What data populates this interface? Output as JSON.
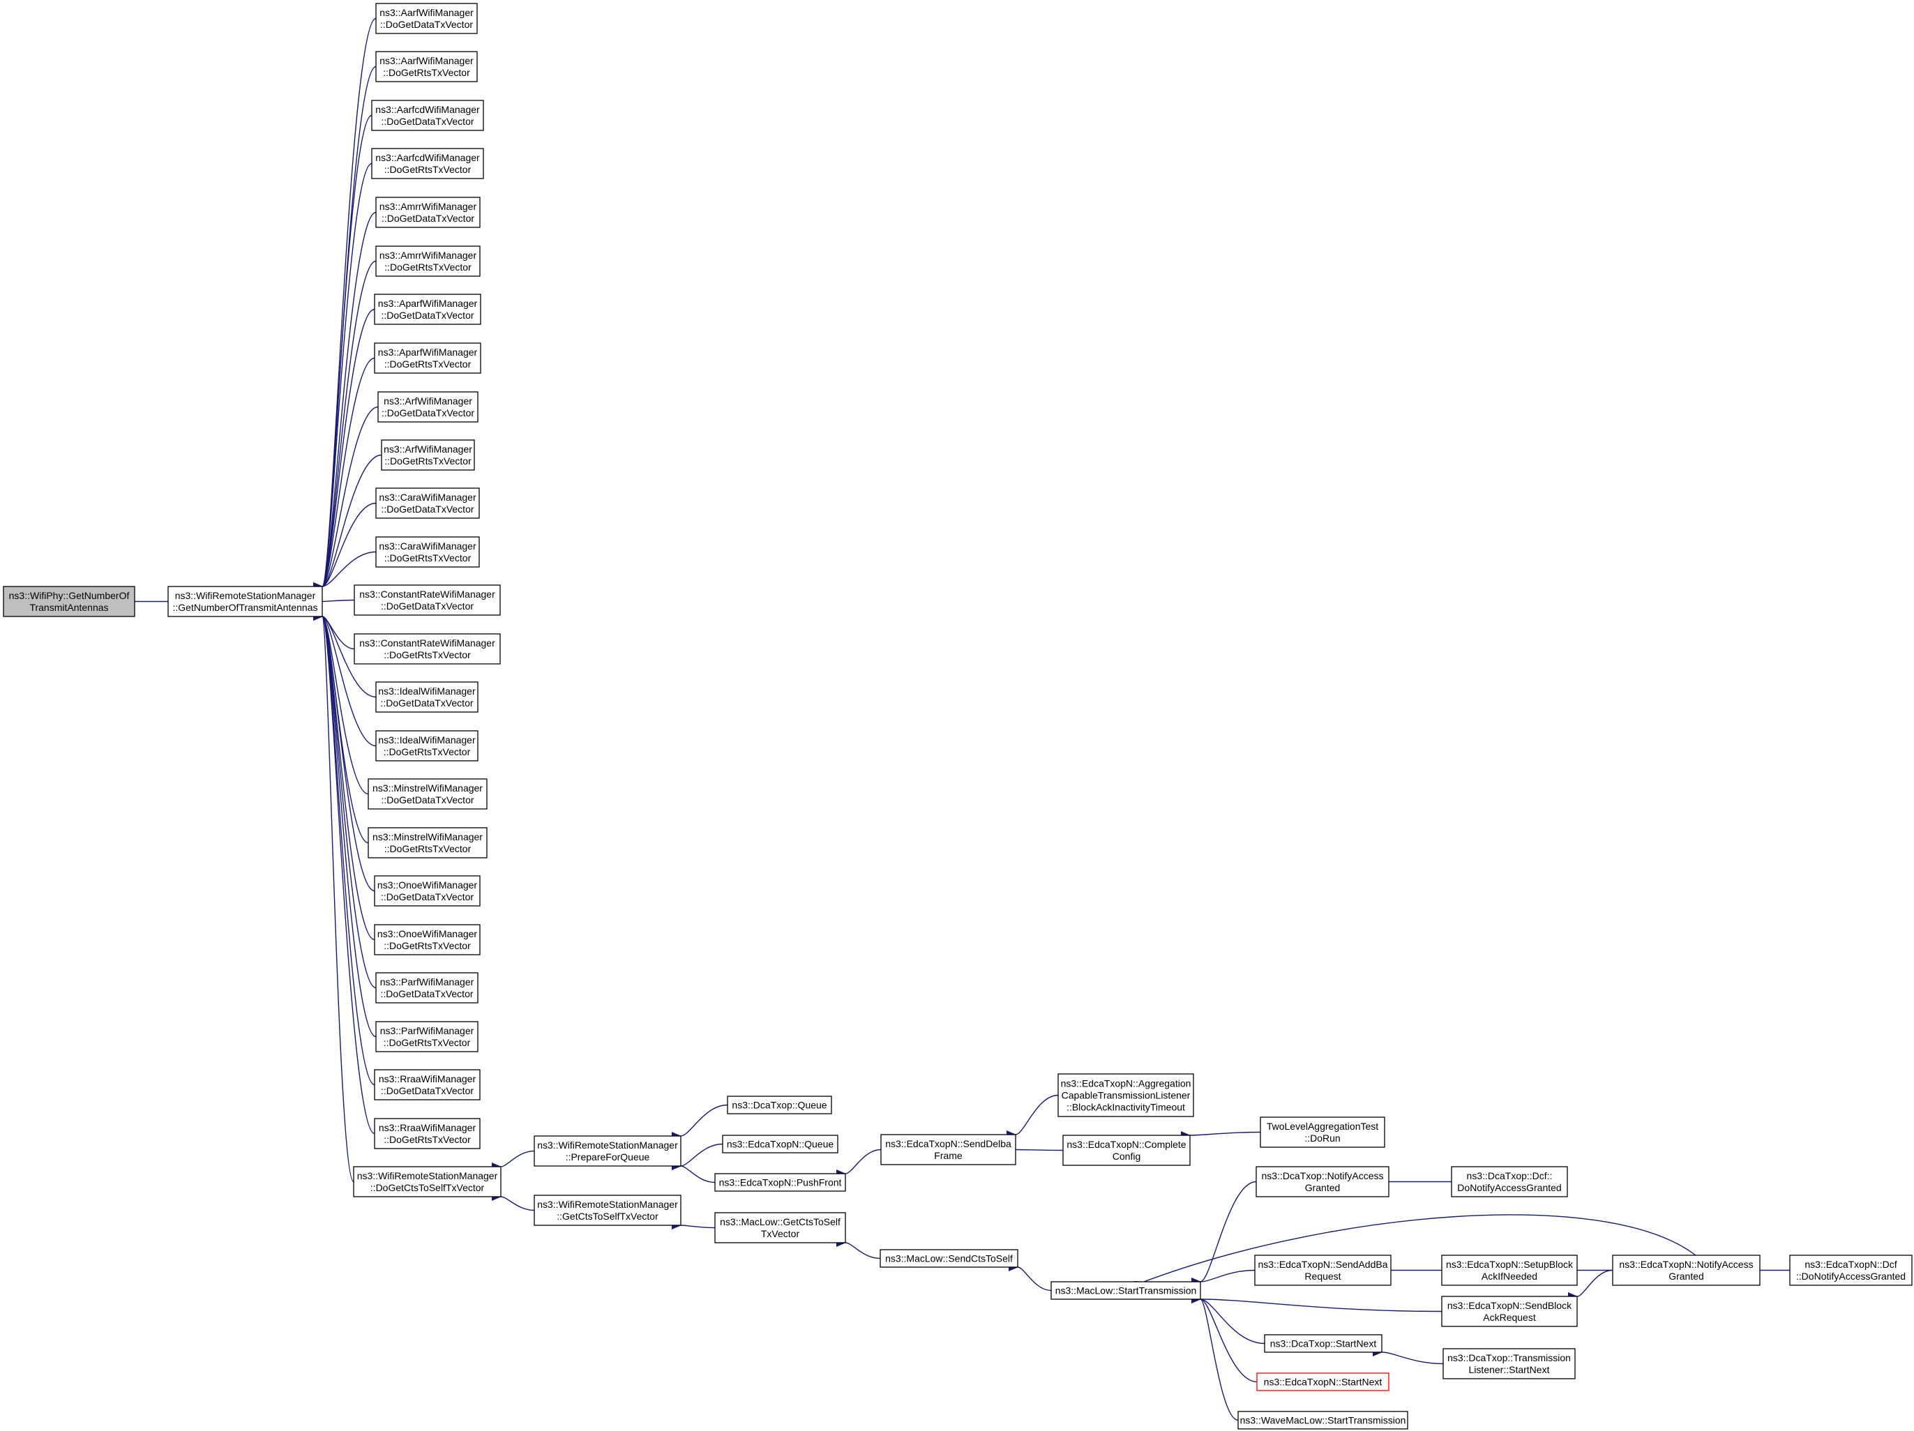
{
  "colors": {
    "edge": "#191970",
    "node_border": "#000000",
    "node_fill": "#ffffff",
    "root_fill": "#bfbfbf",
    "highlight_border": "#ff0000"
  },
  "graph": {
    "nodes": [
      {
        "id": "root",
        "lines": [
          "ns3::WifiPhy::GetNumberOf",
          "TransmitAntennas"
        ],
        "style": "root"
      },
      {
        "id": "wrsm_getnta",
        "lines": [
          "ns3::WifiRemoteStationManager",
          "::GetNumberOfTransmitAntennas"
        ]
      },
      {
        "id": "aarf_data",
        "lines": [
          "ns3::AarfWifiManager",
          "::DoGetDataTxVector"
        ]
      },
      {
        "id": "aarf_rts",
        "lines": [
          "ns3::AarfWifiManager",
          "::DoGetRtsTxVector"
        ]
      },
      {
        "id": "aarfcd_data",
        "lines": [
          "ns3::AarfcdWifiManager",
          "::DoGetDataTxVector"
        ]
      },
      {
        "id": "aarfcd_rts",
        "lines": [
          "ns3::AarfcdWifiManager",
          "::DoGetRtsTxVector"
        ]
      },
      {
        "id": "amrr_data",
        "lines": [
          "ns3::AmrrWifiManager",
          "::DoGetDataTxVector"
        ]
      },
      {
        "id": "amrr_rts",
        "lines": [
          "ns3::AmrrWifiManager",
          "::DoGetRtsTxVector"
        ]
      },
      {
        "id": "aparf_data",
        "lines": [
          "ns3::AparfWifiManager",
          "::DoGetDataTxVector"
        ]
      },
      {
        "id": "aparf_rts",
        "lines": [
          "ns3::AparfWifiManager",
          "::DoGetRtsTxVector"
        ]
      },
      {
        "id": "arf_data",
        "lines": [
          "ns3::ArfWifiManager",
          "::DoGetDataTxVector"
        ]
      },
      {
        "id": "arf_rts",
        "lines": [
          "ns3::ArfWifiManager",
          "::DoGetRtsTxVector"
        ]
      },
      {
        "id": "cara_data",
        "lines": [
          "ns3::CaraWifiManager",
          "::DoGetDataTxVector"
        ]
      },
      {
        "id": "cara_rts",
        "lines": [
          "ns3::CaraWifiManager",
          "::DoGetRtsTxVector"
        ]
      },
      {
        "id": "const_data",
        "lines": [
          "ns3::ConstantRateWifiManager",
          "::DoGetDataTxVector"
        ]
      },
      {
        "id": "const_rts",
        "lines": [
          "ns3::ConstantRateWifiManager",
          "::DoGetRtsTxVector"
        ]
      },
      {
        "id": "ideal_data",
        "lines": [
          "ns3::IdealWifiManager",
          "::DoGetDataTxVector"
        ]
      },
      {
        "id": "ideal_rts",
        "lines": [
          "ns3::IdealWifiManager",
          "::DoGetRtsTxVector"
        ]
      },
      {
        "id": "minstrel_data",
        "lines": [
          "ns3::MinstrelWifiManager",
          "::DoGetDataTxVector"
        ]
      },
      {
        "id": "minstrel_rts",
        "lines": [
          "ns3::MinstrelWifiManager",
          "::DoGetRtsTxVector"
        ]
      },
      {
        "id": "onoe_data",
        "lines": [
          "ns3::OnoeWifiManager",
          "::DoGetDataTxVector"
        ]
      },
      {
        "id": "onoe_rts",
        "lines": [
          "ns3::OnoeWifiManager",
          "::DoGetRtsTxVector"
        ]
      },
      {
        "id": "parf_data",
        "lines": [
          "ns3::ParfWifiManager",
          "::DoGetDataTxVector"
        ]
      },
      {
        "id": "parf_rts",
        "lines": [
          "ns3::ParfWifiManager",
          "::DoGetRtsTxVector"
        ]
      },
      {
        "id": "rraa_data",
        "lines": [
          "ns3::RraaWifiManager",
          "::DoGetDataTxVector"
        ]
      },
      {
        "id": "rraa_rts",
        "lines": [
          "ns3::RraaWifiManager",
          "::DoGetRtsTxVector"
        ]
      },
      {
        "id": "wrsm_docts",
        "lines": [
          "ns3::WifiRemoteStationManager",
          "::DoGetCtsToSelfTxVector"
        ]
      },
      {
        "id": "wrsm_prepare",
        "lines": [
          "ns3::WifiRemoteStationManager",
          "::PrepareForQueue"
        ]
      },
      {
        "id": "wrsm_getcts",
        "lines": [
          "ns3::WifiRemoteStationManager",
          "::GetCtsToSelfTxVector"
        ]
      },
      {
        "id": "dca_queue",
        "lines": [
          "ns3::DcaTxop::Queue"
        ]
      },
      {
        "id": "edca_queue",
        "lines": [
          "ns3::EdcaTxopN::Queue"
        ]
      },
      {
        "id": "edca_pushfront",
        "lines": [
          "ns3::EdcaTxopN::PushFront"
        ]
      },
      {
        "id": "maclow_getcts",
        "lines": [
          "ns3::MacLow::GetCtsToSelf",
          "TxVector"
        ]
      },
      {
        "id": "edca_senddelba",
        "lines": [
          "ns3::EdcaTxopN::SendDelba",
          "Frame"
        ]
      },
      {
        "id": "maclow_sendcts",
        "lines": [
          "ns3::MacLow::SendCtsToSelf"
        ]
      },
      {
        "id": "edca_aggr_timeout",
        "lines": [
          "ns3::EdcaTxopN::Aggregation",
          "CapableTransmissionListener",
          "::BlockAckInactivityTimeout"
        ]
      },
      {
        "id": "edca_complete",
        "lines": [
          "ns3::EdcaTxopN::Complete",
          "Config"
        ]
      },
      {
        "id": "maclow_start",
        "lines": [
          "ns3::MacLow::StartTransmission"
        ]
      },
      {
        "id": "twolevel",
        "lines": [
          "TwoLevelAggregationTest",
          "::DoRun"
        ]
      },
      {
        "id": "dca_notify",
        "lines": [
          "ns3::DcaTxop::NotifyAccess",
          "Granted"
        ]
      },
      {
        "id": "edca_sendaddba",
        "lines": [
          "ns3::EdcaTxopN::SendAddBa",
          "Request"
        ]
      },
      {
        "id": "dca_startnext",
        "lines": [
          "ns3::DcaTxop::StartNext"
        ]
      },
      {
        "id": "edca_startnext",
        "lines": [
          "ns3::EdcaTxopN::StartNext"
        ],
        "style": "highlight"
      },
      {
        "id": "wave_start",
        "lines": [
          "ns3::WaveMacLow::StartTransmission"
        ]
      },
      {
        "id": "dca_dcf_notify",
        "lines": [
          "ns3::DcaTxop::Dcf::",
          "DoNotifyAccessGranted"
        ]
      },
      {
        "id": "edca_setupblock",
        "lines": [
          "ns3::EdcaTxopN::SetupBlock",
          "AckIfNeeded"
        ]
      },
      {
        "id": "edca_sendblock",
        "lines": [
          "ns3::EdcaTxopN::SendBlock",
          "AckRequest"
        ]
      },
      {
        "id": "dca_translistener",
        "lines": [
          "ns3::DcaTxop::Transmission",
          "Listener::StartNext"
        ]
      },
      {
        "id": "edca_notify",
        "lines": [
          "ns3::EdcaTxopN::NotifyAccess",
          "Granted"
        ]
      },
      {
        "id": "edca_dcf_notify",
        "lines": [
          "ns3::EdcaTxopN::Dcf",
          "::DoNotifyAccessGranted"
        ]
      }
    ],
    "edges": [
      {
        "from": "wrsm_getnta",
        "to": "root"
      },
      {
        "from": "aarf_data",
        "to": "wrsm_getnta"
      },
      {
        "from": "aarf_rts",
        "to": "wrsm_getnta"
      },
      {
        "from": "aarfcd_data",
        "to": "wrsm_getnta"
      },
      {
        "from": "aarfcd_rts",
        "to": "wrsm_getnta"
      },
      {
        "from": "amrr_data",
        "to": "wrsm_getnta"
      },
      {
        "from": "amrr_rts",
        "to": "wrsm_getnta"
      },
      {
        "from": "aparf_data",
        "to": "wrsm_getnta"
      },
      {
        "from": "aparf_rts",
        "to": "wrsm_getnta"
      },
      {
        "from": "arf_data",
        "to": "wrsm_getnta"
      },
      {
        "from": "arf_rts",
        "to": "wrsm_getnta"
      },
      {
        "from": "cara_data",
        "to": "wrsm_getnta"
      },
      {
        "from": "cara_rts",
        "to": "wrsm_getnta"
      },
      {
        "from": "const_data",
        "to": "wrsm_getnta"
      },
      {
        "from": "const_rts",
        "to": "wrsm_getnta"
      },
      {
        "from": "ideal_data",
        "to": "wrsm_getnta"
      },
      {
        "from": "ideal_rts",
        "to": "wrsm_getnta"
      },
      {
        "from": "minstrel_data",
        "to": "wrsm_getnta"
      },
      {
        "from": "minstrel_rts",
        "to": "wrsm_getnta"
      },
      {
        "from": "onoe_data",
        "to": "wrsm_getnta"
      },
      {
        "from": "onoe_rts",
        "to": "wrsm_getnta"
      },
      {
        "from": "parf_data",
        "to": "wrsm_getnta"
      },
      {
        "from": "parf_rts",
        "to": "wrsm_getnta"
      },
      {
        "from": "rraa_data",
        "to": "wrsm_getnta"
      },
      {
        "from": "rraa_rts",
        "to": "wrsm_getnta"
      },
      {
        "from": "wrsm_docts",
        "to": "wrsm_getnta"
      },
      {
        "from": "wrsm_prepare",
        "to": "wrsm_docts"
      },
      {
        "from": "wrsm_getcts",
        "to": "wrsm_docts"
      },
      {
        "from": "dca_queue",
        "to": "wrsm_prepare"
      },
      {
        "from": "edca_queue",
        "to": "wrsm_prepare"
      },
      {
        "from": "edca_pushfront",
        "to": "wrsm_prepare"
      },
      {
        "from": "maclow_getcts",
        "to": "wrsm_getcts"
      },
      {
        "from": "edca_senddelba",
        "to": "edca_pushfront"
      },
      {
        "from": "maclow_sendcts",
        "to": "maclow_getcts"
      },
      {
        "from": "edca_aggr_timeout",
        "to": "edca_senddelba"
      },
      {
        "from": "edca_complete",
        "to": "edca_senddelba"
      },
      {
        "from": "maclow_start",
        "to": "maclow_sendcts"
      },
      {
        "from": "twolevel",
        "to": "edca_complete"
      },
      {
        "from": "dca_notify",
        "to": "maclow_start"
      },
      {
        "from": "edca_notify",
        "to": "maclow_start"
      },
      {
        "from": "edca_sendaddba",
        "to": "maclow_start"
      },
      {
        "from": "edca_sendblock",
        "to": "maclow_start"
      },
      {
        "from": "dca_startnext",
        "to": "maclow_start"
      },
      {
        "from": "edca_startnext",
        "to": "maclow_start"
      },
      {
        "from": "wave_start",
        "to": "maclow_start"
      },
      {
        "from": "dca_dcf_notify",
        "to": "dca_notify"
      },
      {
        "from": "edca_setupblock",
        "to": "edca_sendaddba"
      },
      {
        "from": "edca_notify",
        "to": "edca_setupblock"
      },
      {
        "from": "edca_notify",
        "to": "edca_sendblock"
      },
      {
        "from": "dca_translistener",
        "to": "dca_startnext"
      },
      {
        "from": "edca_dcf_notify",
        "to": "edca_notify"
      }
    ]
  }
}
